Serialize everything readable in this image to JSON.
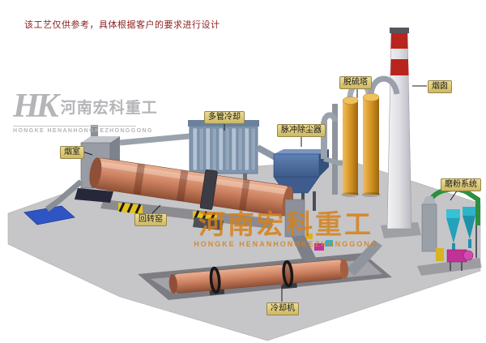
{
  "disclaimer": "该工艺仅供参考，具体根据客户的要求进行设计",
  "logo": {
    "monogram": "HK",
    "company_cn": "河南宏科重工",
    "company_en": "HONGKE HENANHONGKEZHONGGONG"
  },
  "watermark": {
    "company_cn": "河南宏科重工",
    "company_en": "HONGKE HENANHONGKEZHONGGONG"
  },
  "labels": {
    "smoke_chamber": "烟室",
    "multi_tube_cooler": "多管冷却",
    "pulse_dust_collector": "脉冲除尘器",
    "desulfurization_tower": "脱硫塔",
    "chimney": "烟囱",
    "rotary_kiln": "回转窑",
    "cooler": "冷却机",
    "grinding_system": "磨粉系统"
  },
  "colors": {
    "kiln_body": "#cd8160",
    "tower_body": "#d1901f",
    "chimney_band": "#b8241e",
    "dust_collector": "#4e6fa3",
    "label_bg": "#e0d08a",
    "watermark_orange": "#d68018",
    "logo_gray": "#b5b5b9",
    "disclaimer_red": "#8b1f1f",
    "ground_gray": "#c6c6c9"
  }
}
